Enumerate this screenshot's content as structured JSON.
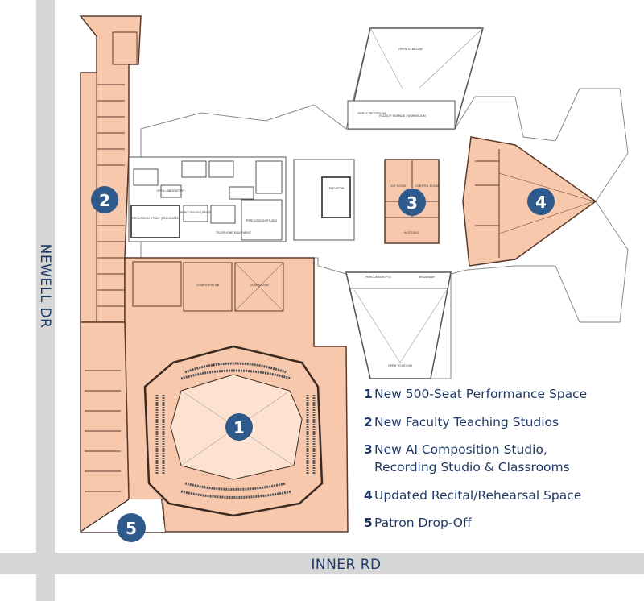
{
  "roads": {
    "vertical": "NEWELL DR",
    "horizontal": "INNER RD"
  },
  "colors": {
    "renovated_fill": "#f8c8ac",
    "wall": "#5b3a2c",
    "badge": "#2e5a8b",
    "road": "#d6d6d6",
    "text": "#1f3a66"
  },
  "markers": [
    {
      "num": "1"
    },
    {
      "num": "2"
    },
    {
      "num": "3"
    },
    {
      "num": "4"
    },
    {
      "num": "5"
    }
  ],
  "rooms": {
    "computer_lab": "COMPUTER LAB",
    "classroom": "CLASSROOM",
    "elevator": "ELEVATOR",
    "percussion_storage": "PERCUSSION STUDY (RELOCATED)",
    "percussion_studio": "PERCUSSION STUDIO",
    "percussion_office": "PERCUSSION OFFICE",
    "open_laboratory": "OPEN LABORATORY",
    "telephone": "TELEPHONE EQUIPMENT",
    "public_restroom": "PUBLIC RESTROOM",
    "faculty_lounge": "FACULTY LOUNGE / WORKROOM",
    "open_below_top": "OPEN TO BELOW",
    "open_below_bottom": "OPEN TO BELOW",
    "percussion_pts": "PERCUSSION PTS",
    "broadway": "BROADWAY",
    "ai_studio": "AI STUDIO",
    "live_room": "LIVE ROOM",
    "control_room": "CONTROL ROOM"
  },
  "legend": [
    {
      "num": "1",
      "text": "New 500-Seat Performance Space"
    },
    {
      "num": "2",
      "text": "New Faculty Teaching Studios"
    },
    {
      "num": "3",
      "text": "New AI Composition Studio,\nRecording Studio & Classrooms"
    },
    {
      "num": "4",
      "text": "Updated Recital/Rehearsal Space"
    },
    {
      "num": "5",
      "text": "Patron Drop-Off"
    }
  ]
}
